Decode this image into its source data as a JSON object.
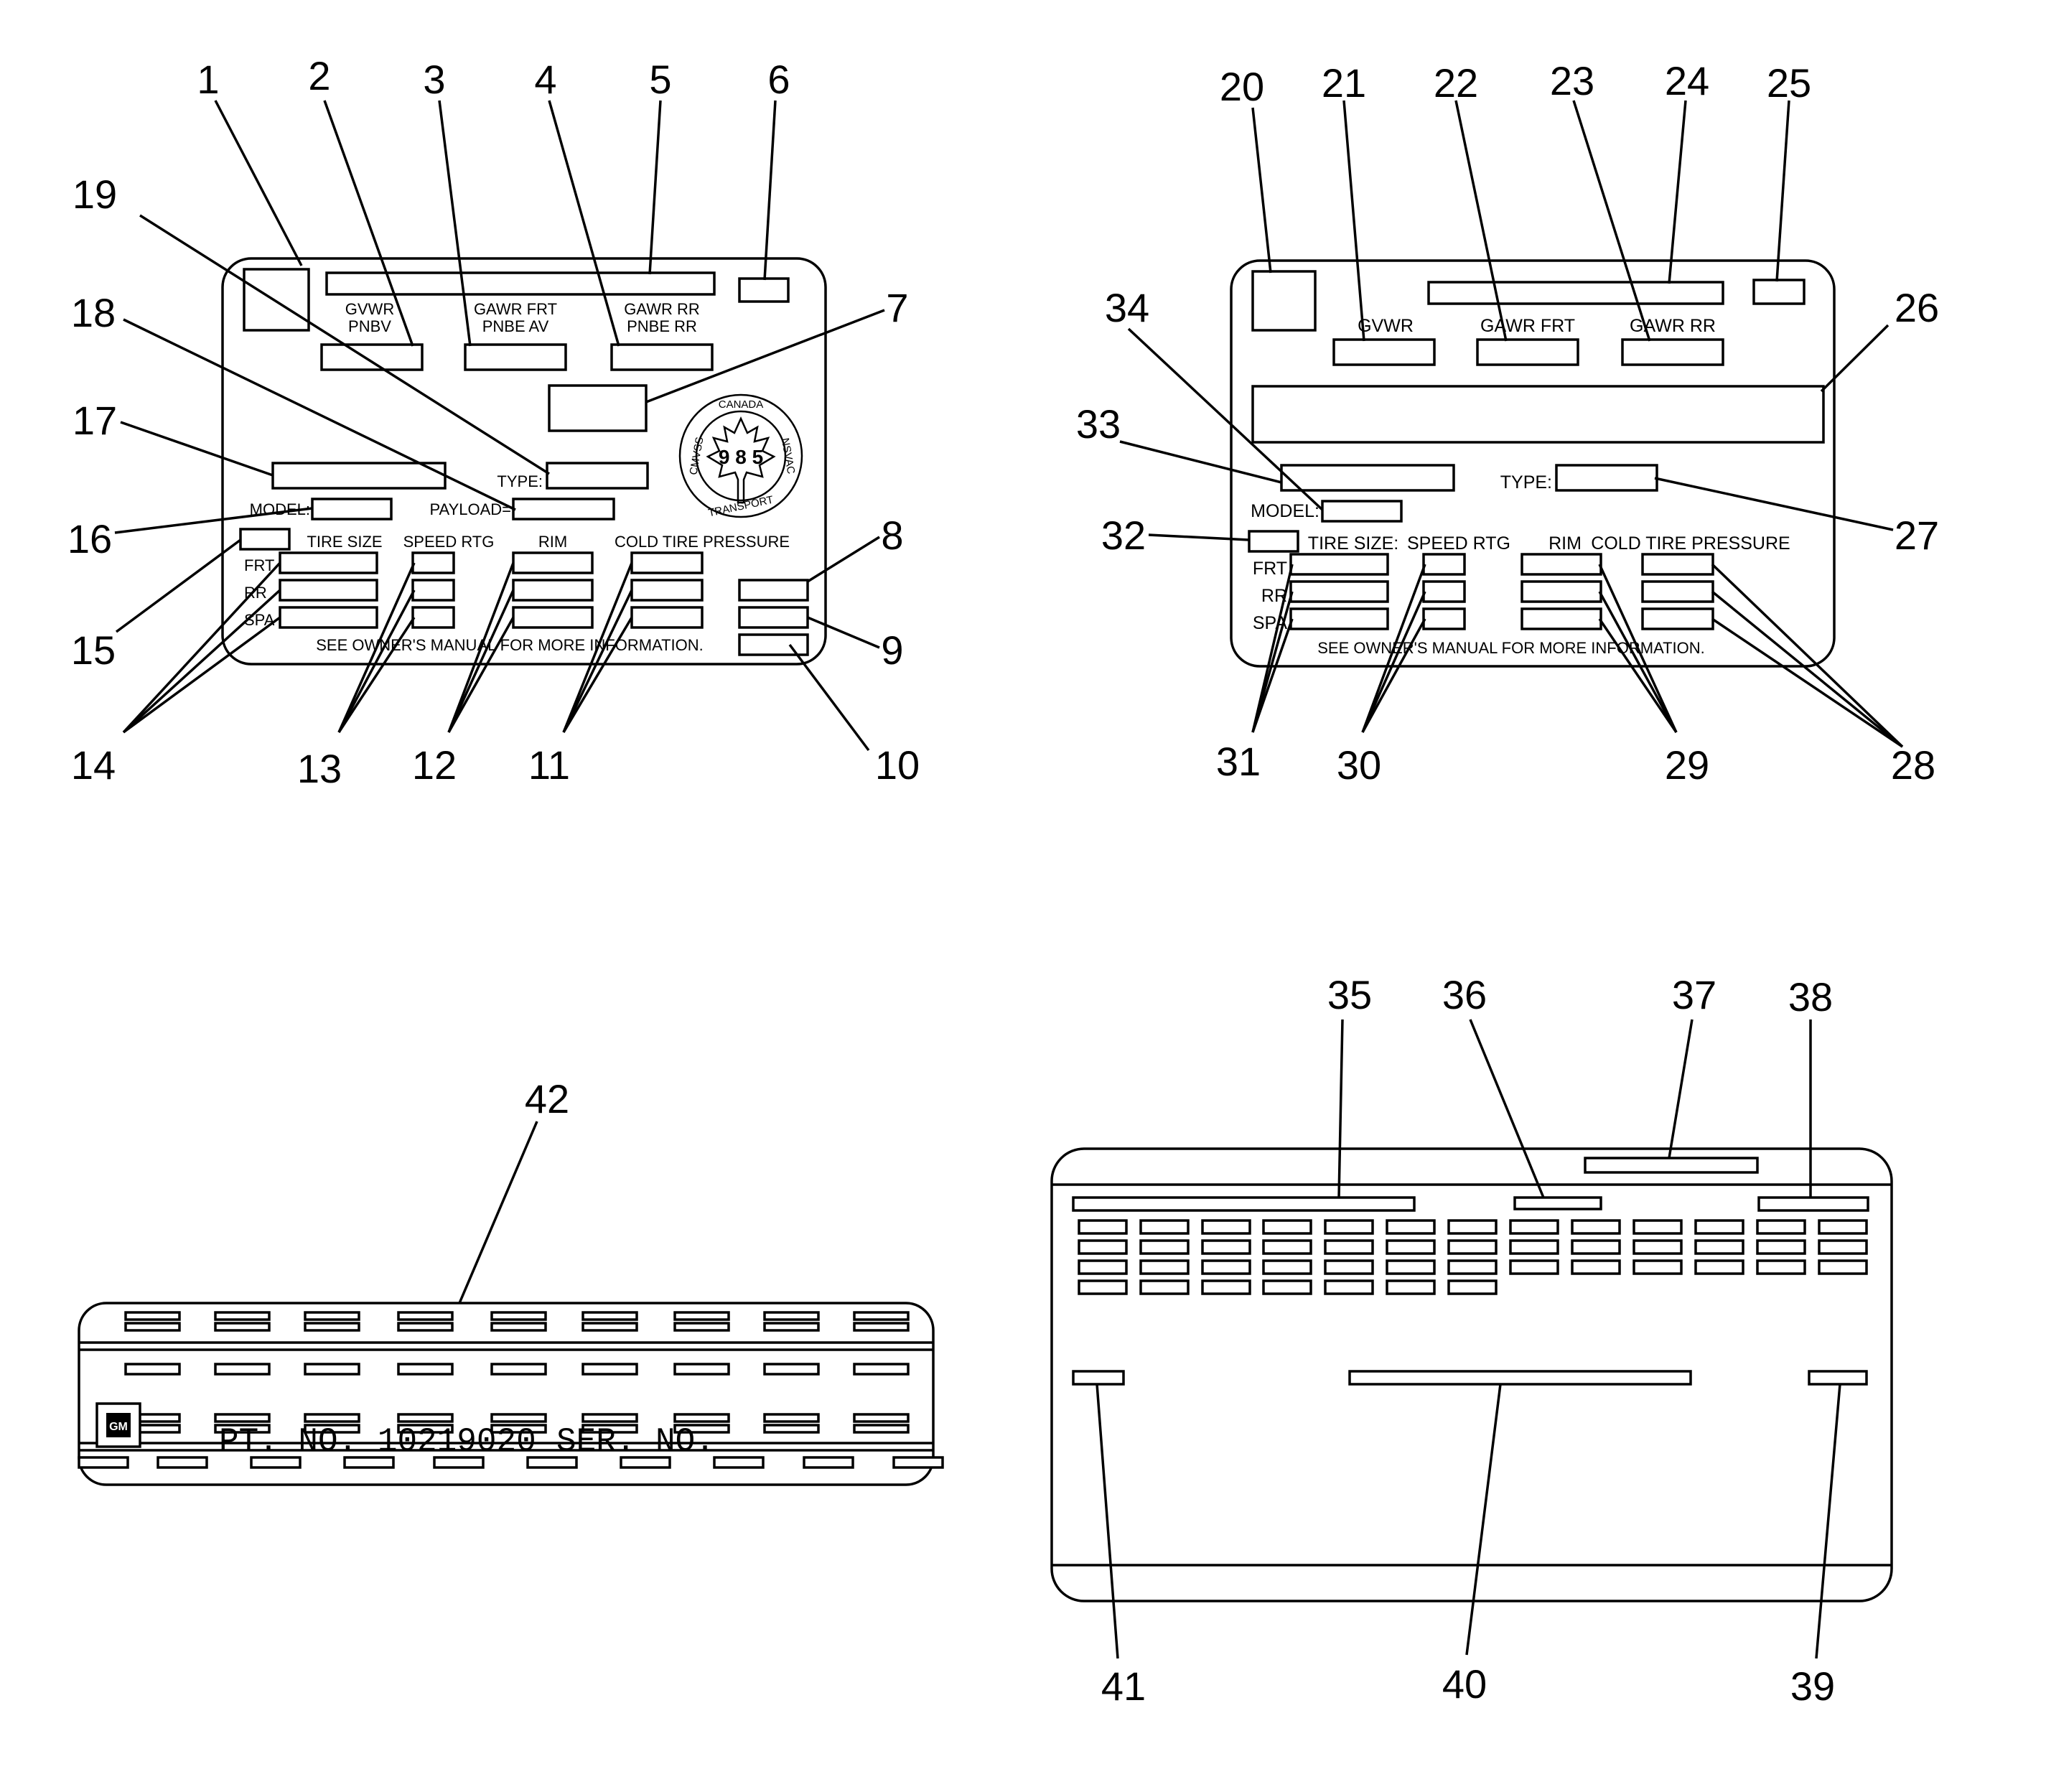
{
  "callouts": {
    "c1": "1",
    "c2": "2",
    "c3": "3",
    "c4": "4",
    "c5": "5",
    "c6": "6",
    "c7": "7",
    "c8": "8",
    "c9": "9",
    "c10": "10",
    "c11": "11",
    "c12": "12",
    "c13": "13",
    "c14": "14",
    "c15": "15",
    "c16": "16",
    "c17": "17",
    "c18": "18",
    "c19": "19",
    "c20": "20",
    "c21": "21",
    "c22": "22",
    "c23": "23",
    "c24": "24",
    "c25": "25",
    "c26": "26",
    "c27": "27",
    "c28": "28",
    "c29": "29",
    "c30": "30",
    "c31": "31",
    "c32": "32",
    "c33": "33",
    "c34": "34",
    "c35": "35",
    "c36": "36",
    "c37": "37",
    "c38": "38",
    "c39": "39",
    "c40": "40",
    "c41": "41",
    "c42": "42"
  },
  "label_a": {
    "gvwr": "GVWR",
    "pnbv": "PNBV",
    "gawr_frt": "GAWR FRT",
    "pnbe_av": "PNBE AV",
    "gawr_rr": "GAWR RR",
    "pnbe_rr": "PNBE RR",
    "type": "TYPE:",
    "model": "MODEL:",
    "payload": "PAYLOAD=",
    "tire_size": "TIRE SIZE",
    "speed_rtg": "SPEED RTG",
    "rim": "RIM",
    "cold_tire_pressure": "COLD TIRE PRESSURE",
    "frt": "FRT",
    "rr": "RR",
    "spa": "SPA",
    "footer": "SEE OWNER'S MANUAL FOR MORE INFORMATION.",
    "seal_top": "CANADA",
    "seal_left": "CMVSS",
    "seal_right": "NSVAC",
    "seal_bottom": "TRANSPORT",
    "seal_number": "9 8 5"
  },
  "label_b": {
    "gvwr": "GVWR",
    "gawr_frt": "GAWR FRT",
    "gawr_rr": "GAWR RR",
    "type": "TYPE:",
    "model": "MODEL:",
    "tire_size": "TIRE SIZE:",
    "speed_rtg": "SPEED RTG",
    "rim": "RIM",
    "cold_tire_pressure": "COLD TIRE PRESSURE",
    "frt": "FRT",
    "rr": "RR",
    "spa": "SPA",
    "footer": "SEE OWNER'S MANUAL FOR MORE INFORMATION."
  },
  "label_d": {
    "logo": "GM",
    "part_no": "PT. NO. 10219020",
    "ser_no": "SER. NO."
  }
}
